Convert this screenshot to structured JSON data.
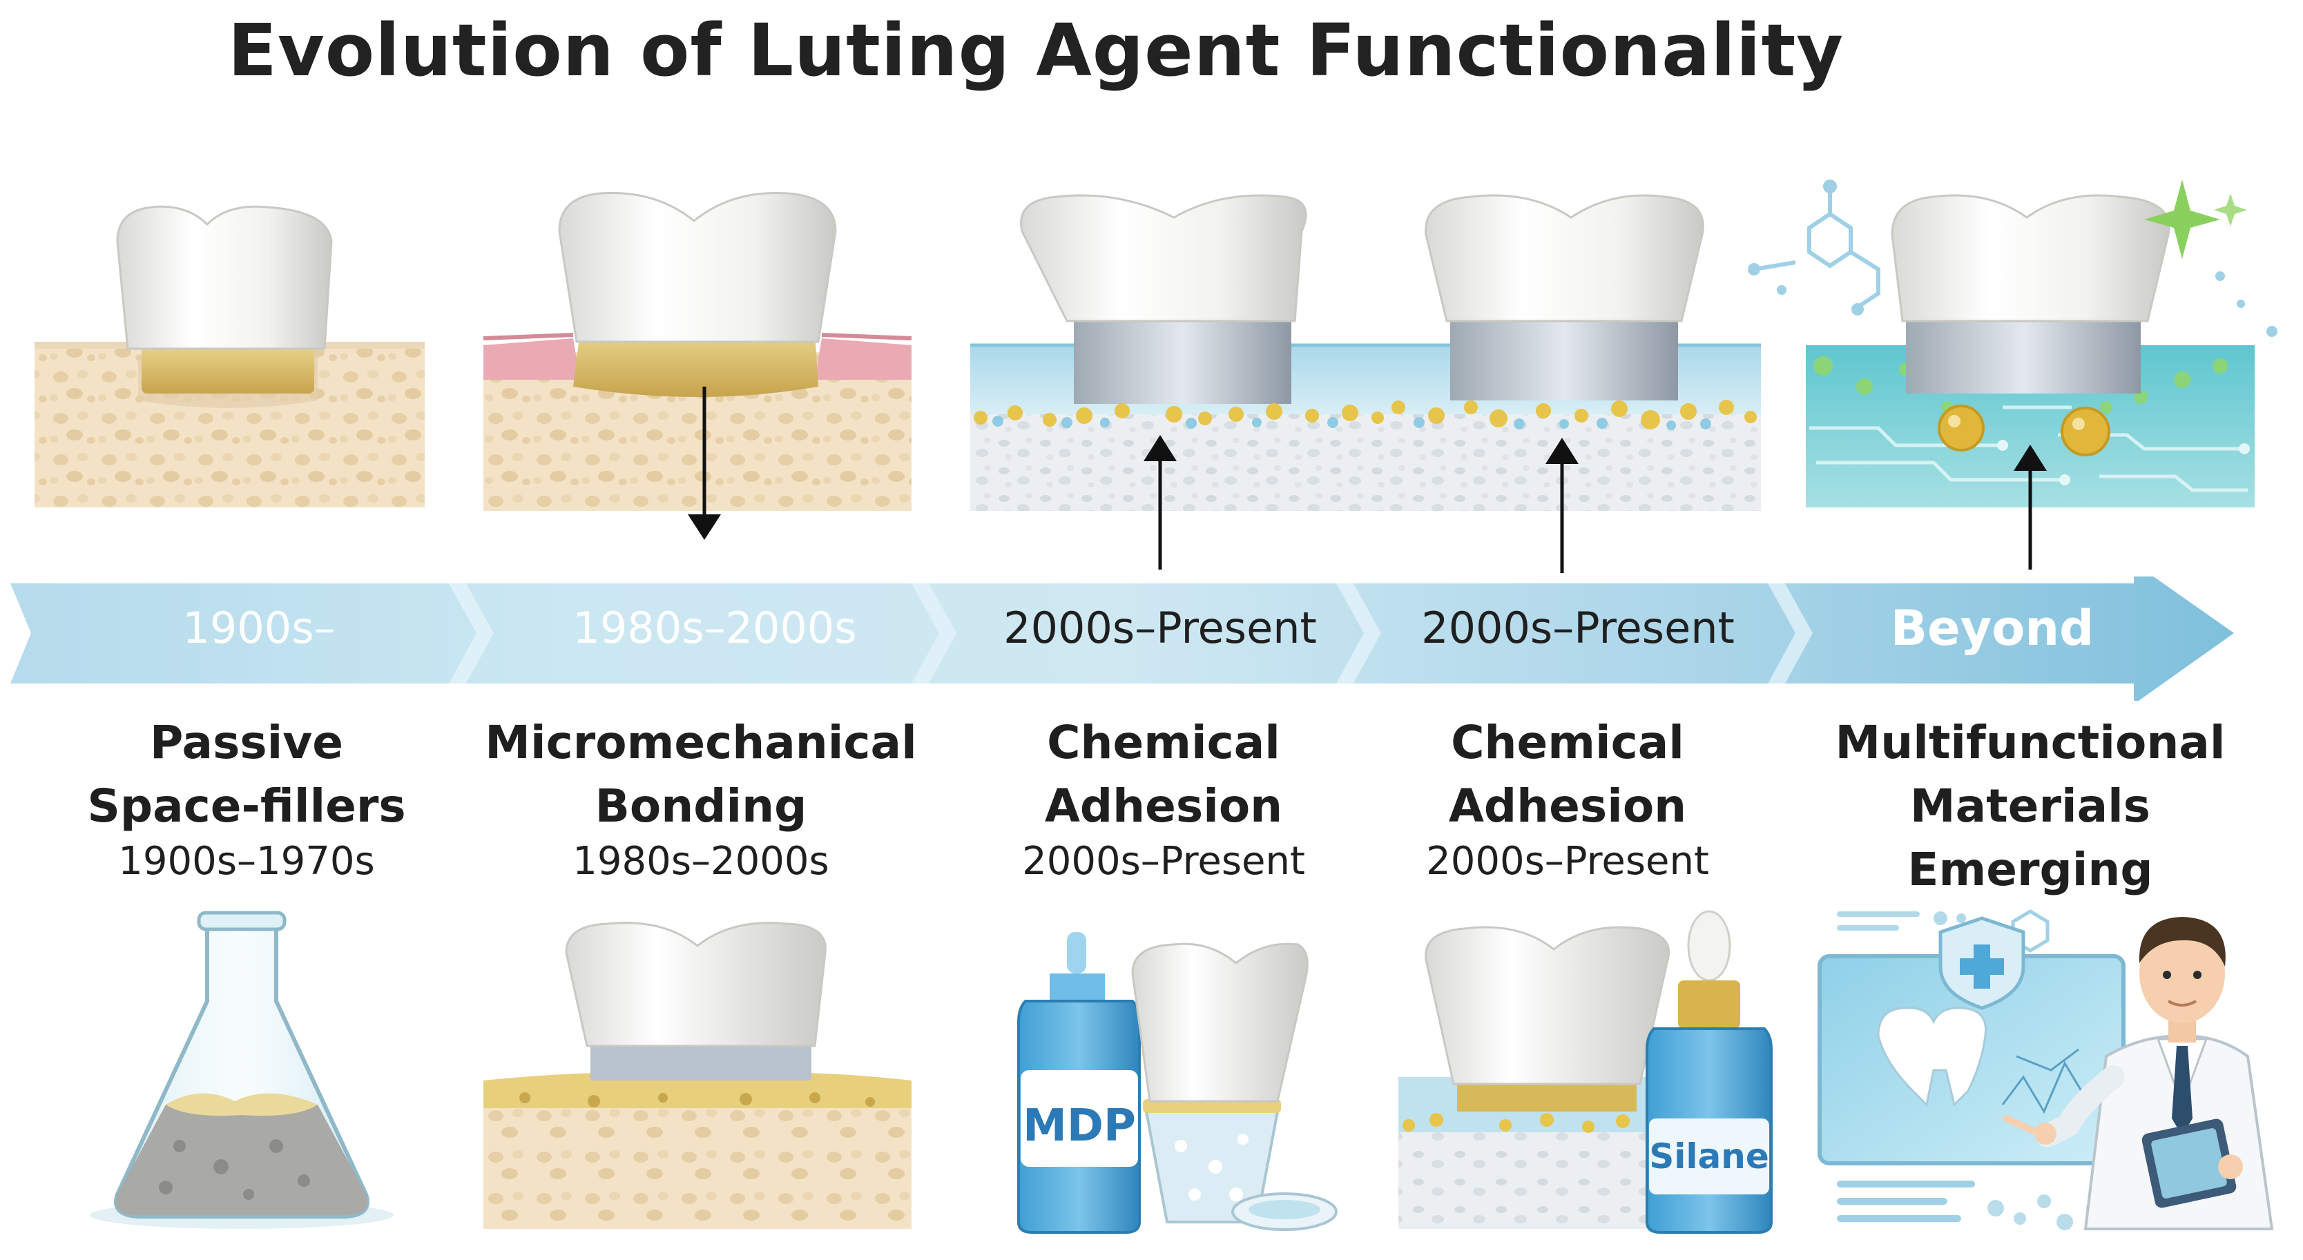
{
  "title": "Evolution of Luting Agent Functionality",
  "timeline": {
    "eras": [
      "1900s–",
      "1980s–2000s",
      "2000s–Present",
      "2000s–Present",
      "Beyond"
    ]
  },
  "stages": [
    {
      "heading_line1": "Passive",
      "heading_line2": "Space-fillers",
      "period": "1900s–1970s"
    },
    {
      "heading_line1": "Micromechanical",
      "heading_line2": "Bonding",
      "period": "1980s–2000s"
    },
    {
      "heading_line1": "Chemical",
      "heading_line2": "Adhesion",
      "period": "2000s–Present"
    },
    {
      "heading_line1": "Chemical",
      "heading_line2": "Adhesion",
      "period": "2000s–Present"
    },
    {
      "heading_line1": "Multifunctional",
      "heading_line2": "Materials Emerging",
      "period": ""
    }
  ],
  "labels": {
    "mdp": "MDP",
    "silane": "Silane"
  },
  "colors": {
    "timeline_light": "#cfe6f1",
    "timeline_mid": "#a9d3e6",
    "timeline_dark": "#7fbdd8",
    "tooth_white": "#f6f6f4",
    "cement_gold": "#d8bd6a",
    "bone": "#f3e2c6",
    "gum_pink": "#e9aab4",
    "water_blue": "#bfe2ee"
  }
}
